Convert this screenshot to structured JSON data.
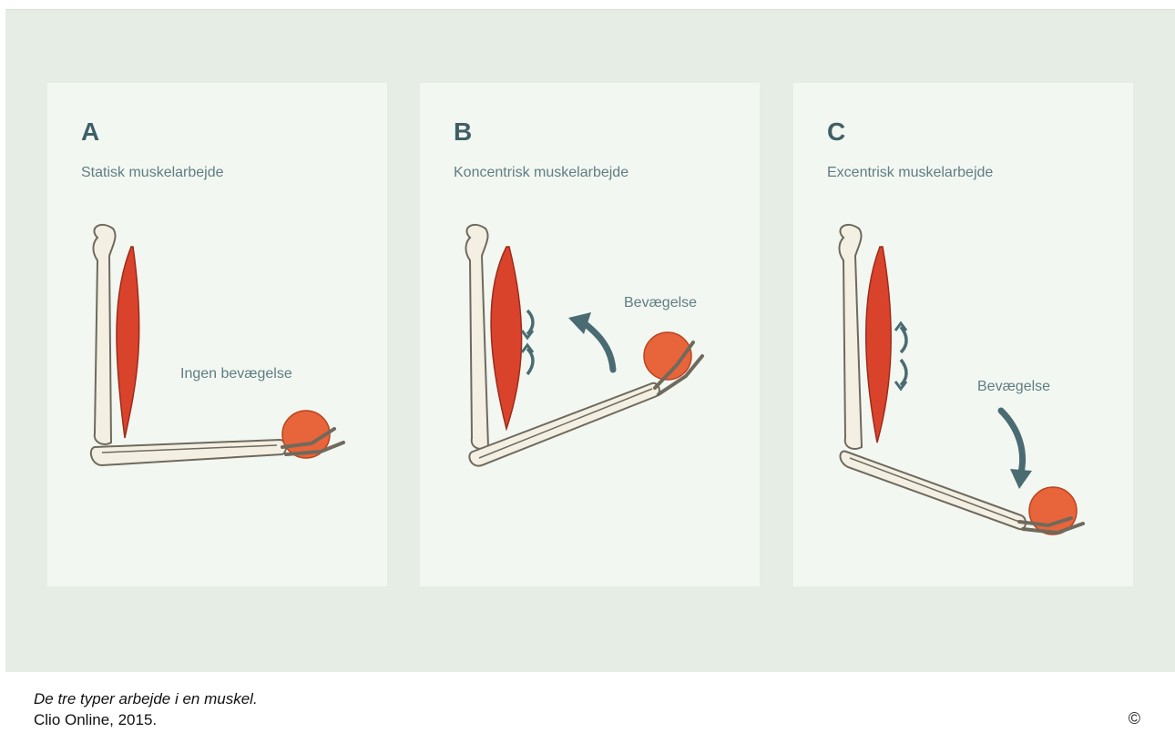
{
  "panels": [
    {
      "letter": "A",
      "subtitle": "Statisk muskelarbejde",
      "movement_label": "Ingen bevægelse"
    },
    {
      "letter": "B",
      "subtitle": "Koncentrisk muskelarbejde",
      "movement_label": "Bevægelse"
    },
    {
      "letter": "C",
      "subtitle": "Excentrisk muskelarbejde",
      "movement_label": "Bevægelse"
    }
  ],
  "caption": {
    "text": "De tre typer arbejde i en muskel.",
    "credit": "Clio Online, 2015.",
    "copyright": "©"
  },
  "colors": {
    "background": "#e6ede4",
    "panel": "#f3f7f1",
    "heading": "#3f5f66",
    "muscle": "#d9432c",
    "ball": "#e8643a",
    "bone": "#f3efe3",
    "arrow": "#4a6b72"
  }
}
